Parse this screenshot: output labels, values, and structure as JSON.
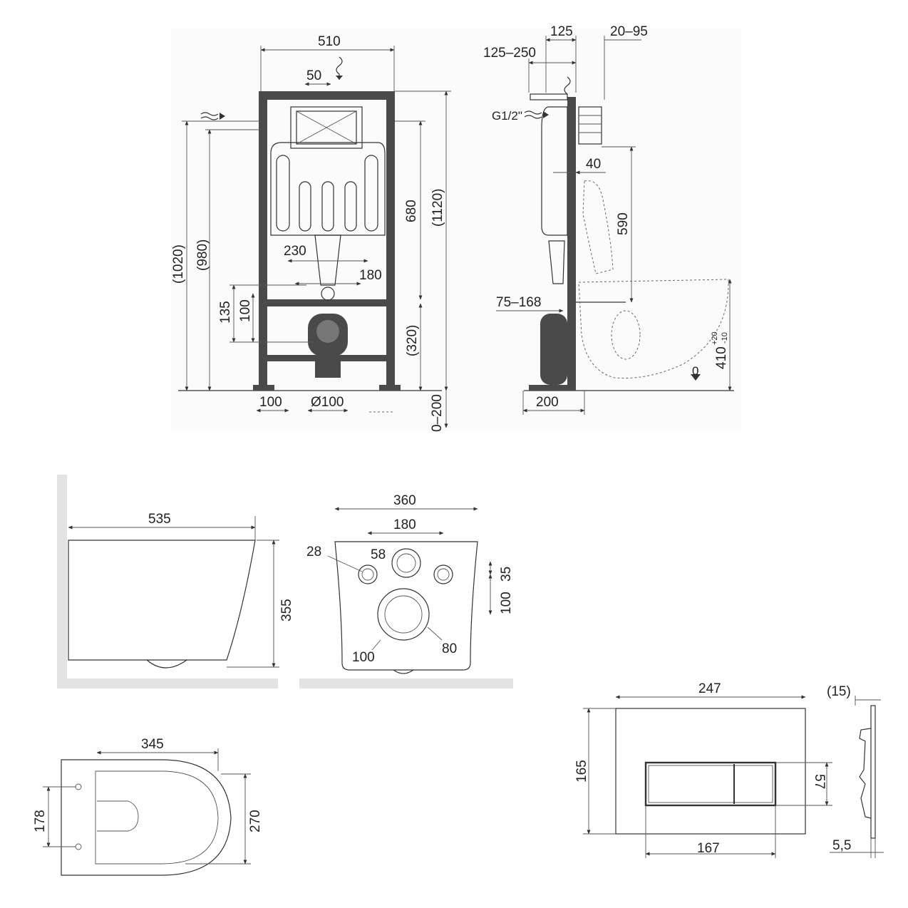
{
  "installation_frame": {
    "front_view": {
      "width": "510",
      "connection_offset": "50",
      "overall_height": "(1020)",
      "inner_height": "(980)",
      "cistern_height": "680",
      "total_height": "(1120)",
      "bolt_span": "230",
      "bolt_span_inner": "180",
      "bolt_height_135": "135",
      "bolt_height_100": "100",
      "drain_height": "(320)",
      "foot_width": "100",
      "drain_diameter": "Ø100",
      "adjustment": "0–200"
    },
    "side_view": {
      "depth_125": "125",
      "range_20_95": "20–95",
      "range_125_250": "125–250",
      "inlet_thread": "G1/2\"",
      "offset_40": "40",
      "height_590": "590",
      "range_75_168": "75–168",
      "base_200": "200",
      "seat_height": "410",
      "seat_tolerance_plus": "+20",
      "seat_tolerance_minus": "-10",
      "floor_zero": "0"
    }
  },
  "toilet_bowl": {
    "side_length": "535",
    "side_height": "355",
    "rear_width": "360",
    "rear_bolt_span": "180",
    "rear_hole_28": "28",
    "rear_hole_58": "58",
    "rear_offset_35": "35",
    "rear_offset_100": "100",
    "outlet_100": "100",
    "outlet_80": "80",
    "top_depth": "345",
    "top_bolt_span": "178",
    "top_height": "270"
  },
  "flush_plate": {
    "width": "247",
    "height": "165",
    "button_width": "167",
    "button_height": "57",
    "depth": "(15)",
    "thickness": "5,5"
  },
  "colors": {
    "frame": "#4a4a4a",
    "line": "#333333",
    "background": "#ffffff"
  }
}
